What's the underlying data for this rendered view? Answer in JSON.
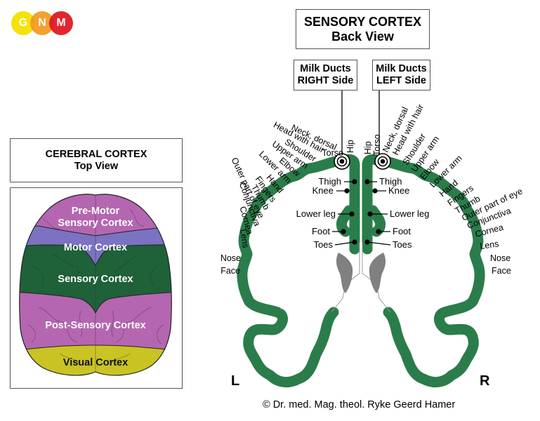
{
  "logo": {
    "letters": [
      "G",
      "N",
      "M"
    ],
    "colors": [
      "#f5e000",
      "#f39a1e",
      "#e21b23"
    ]
  },
  "sensory_title": {
    "line1": "SENSORY CORTEX",
    "line2": "Back View"
  },
  "milk_ducts_right": {
    "line1": "Milk Ducts",
    "line2": "RIGHT Side"
  },
  "milk_ducts_left": {
    "line1": "Milk Ducts",
    "line2": "LEFT Side"
  },
  "cerebral_title": {
    "line1": "CEREBRAL CORTEX",
    "line2": "Top View"
  },
  "top_view_regions": {
    "premotor": {
      "line1": "Pre-Motor",
      "line2": "Sensory Cortex",
      "color": "#b566b0"
    },
    "motor": {
      "label": "Motor Cortex",
      "color": "#7b72c2"
    },
    "sensory": {
      "label": "Sensory Cortex",
      "color": "#1f6139"
    },
    "postsensory": {
      "label": "Post-Sensory Cortex",
      "color": "#b566b0"
    },
    "visual": {
      "label": "Visual Cortex",
      "color": "#c9c424"
    }
  },
  "cortex_color": "#2a7d4a",
  "ventricle_color": "#808080",
  "outer_labels": [
    "Hip",
    "Torso",
    "Neck, dorsal",
    "Head with hair",
    "Shoulder",
    "Upper arm",
    "Elbow",
    "Lower arm",
    "Hand",
    "Fingers",
    "Thumb",
    "Outer part of eye",
    "Conjunctiva",
    "Cornea",
    "Lens",
    "Nose",
    "Face"
  ],
  "inner_labels": [
    "Thigh",
    "Knee",
    "Lower leg",
    "Foot",
    "Toes"
  ],
  "side_left": "L",
  "side_right": "R",
  "credit": "© Dr. med. Mag. theol. Ryke Geerd Hamer"
}
